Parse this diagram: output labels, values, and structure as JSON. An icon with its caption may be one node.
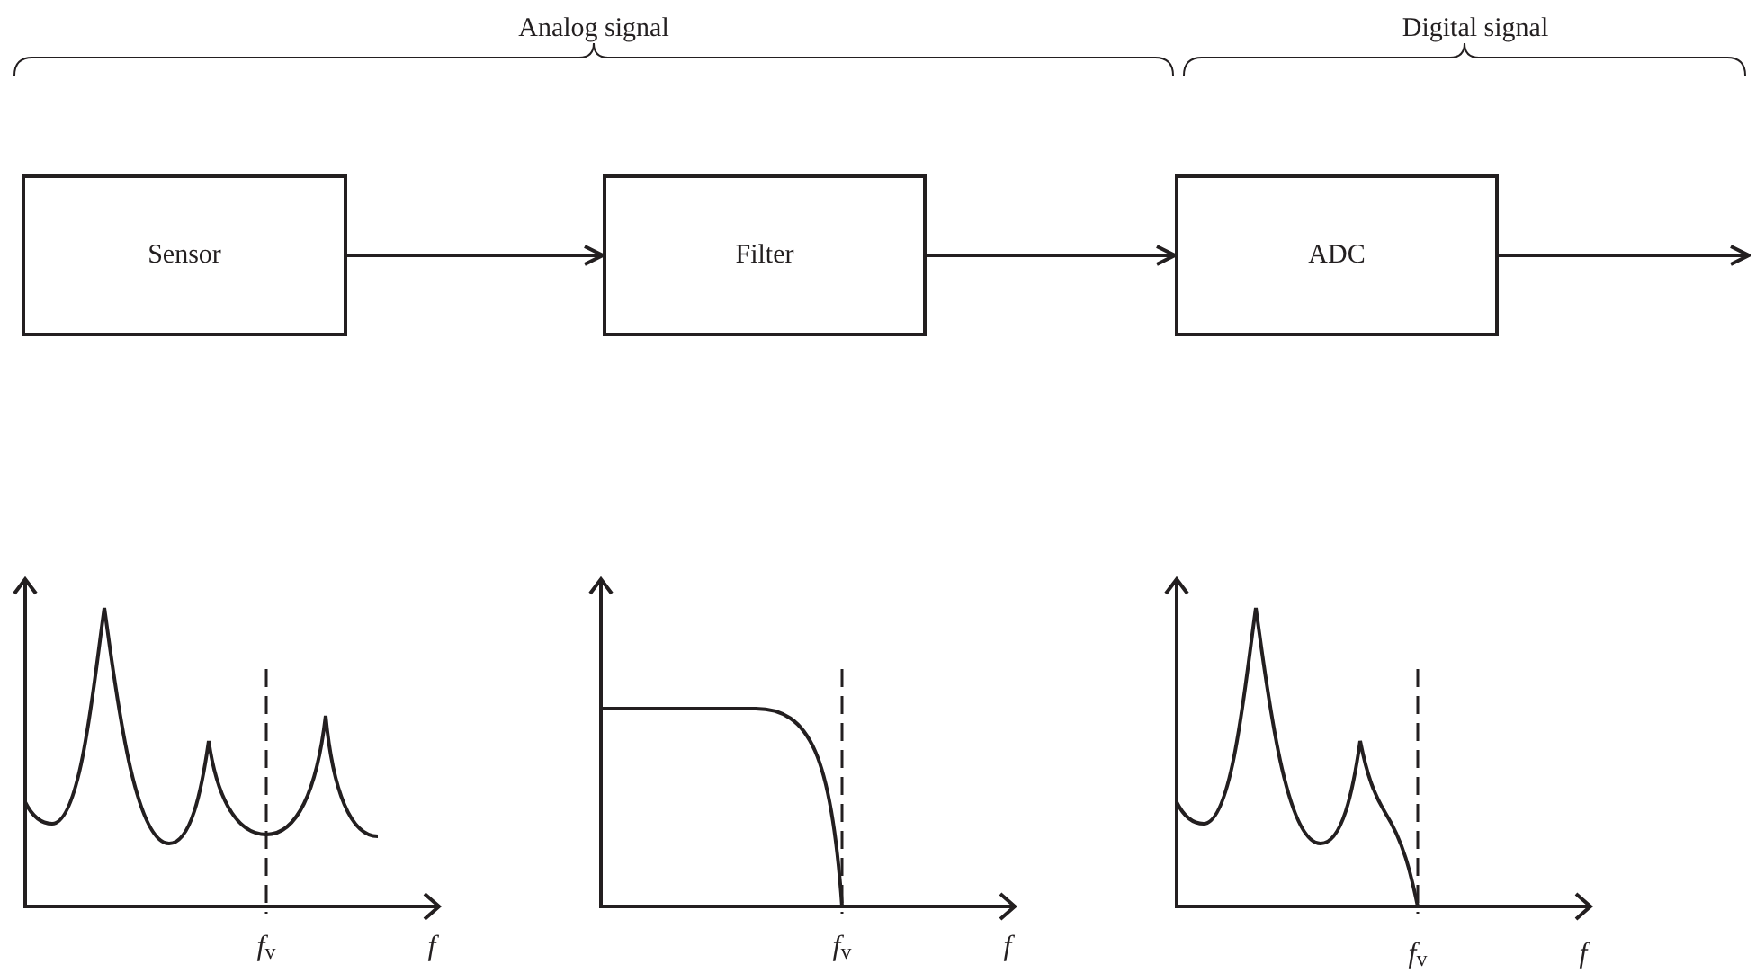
{
  "diagram": {
    "nodes": [
      {
        "text": [
          "Sensor"
        ]
      },
      {
        "text": [
          "Filter"
        ]
      },
      {
        "text": [
          "ADC"
        ]
      }
    ],
    "edges": [
      {
        "from": 0,
        "to": 1,
        "arrow": "to"
      },
      {
        "from": 1,
        "to": 2,
        "arrow": "to"
      },
      {
        "from": 2,
        "to": null,
        "arrow": "to"
      }
    ],
    "labels": [
      "Analog signal",
      "Digital signal",
      "*f*$_{v}$",
      "f",
      "*f*$_{v}$",
      "f",
      "*f*$_{v}$",
      "f"
    ]
  }
}
